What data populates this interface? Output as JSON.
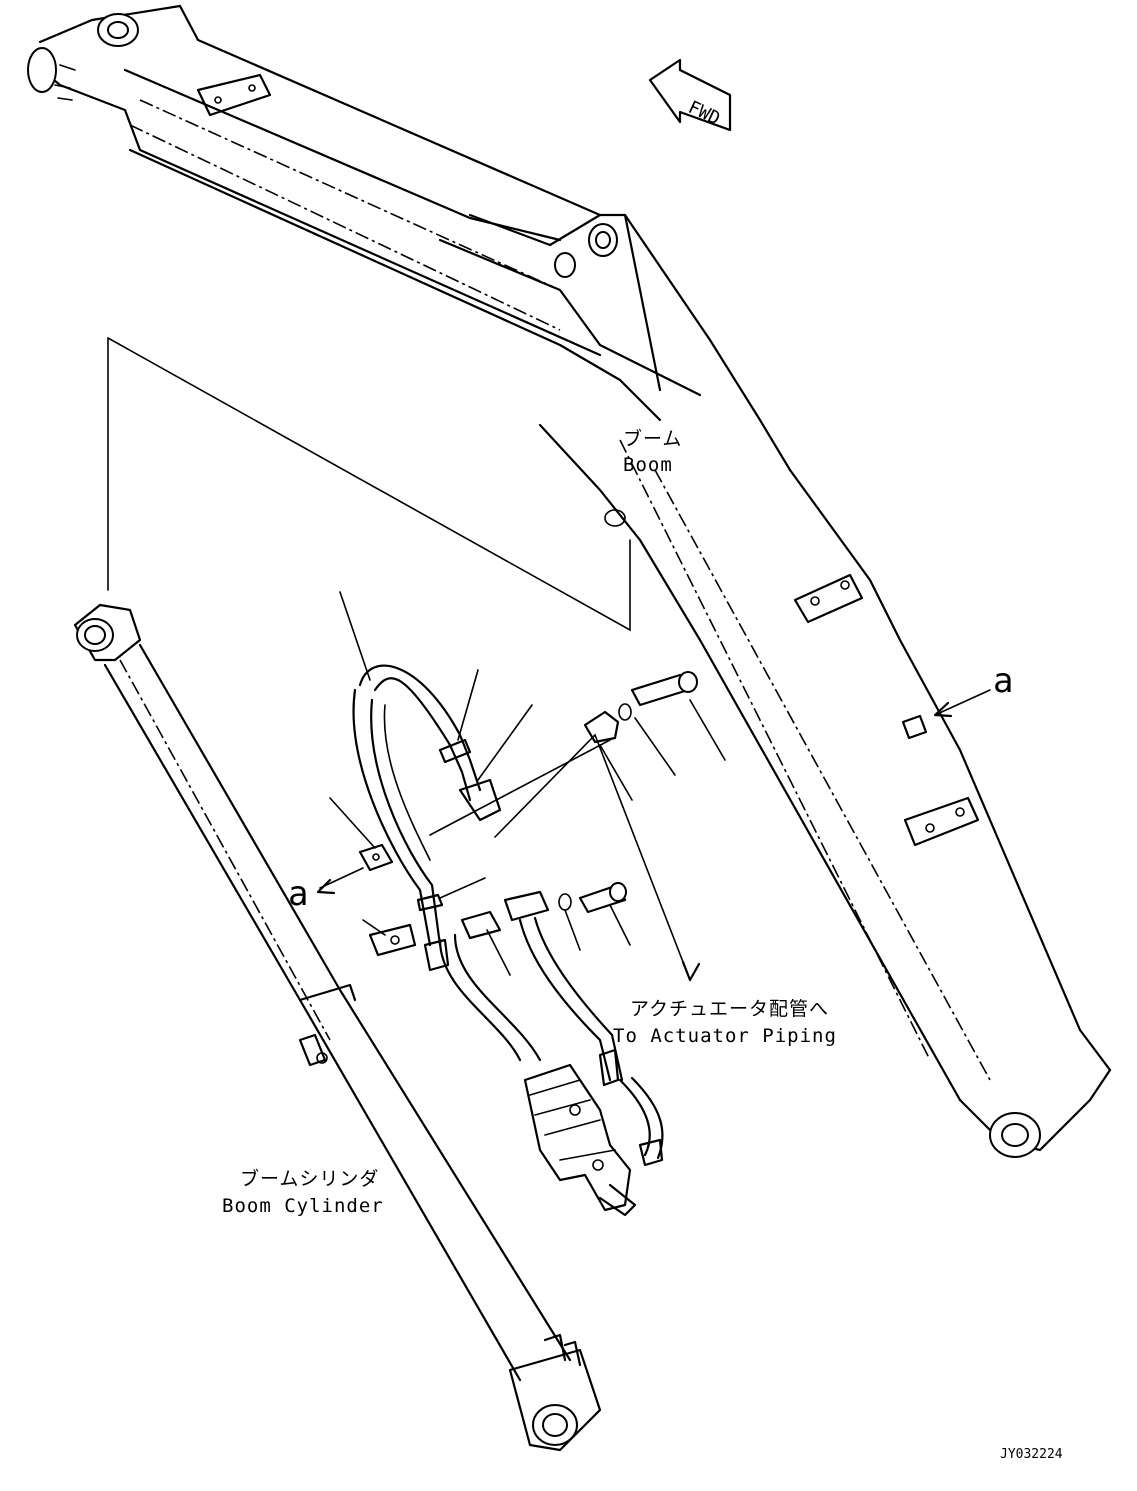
{
  "labels": {
    "boom_jp": "ブーム",
    "boom_en": "Boom",
    "boom_cylinder_jp": "ブームシリンダ",
    "boom_cylinder_en": "Boom Cylinder",
    "actuator_jp": "アクチュエータ配管へ",
    "actuator_en": "To Actuator Piping",
    "view_marker": "a",
    "fwd": "FWD",
    "drawing_code": "JY032224"
  }
}
